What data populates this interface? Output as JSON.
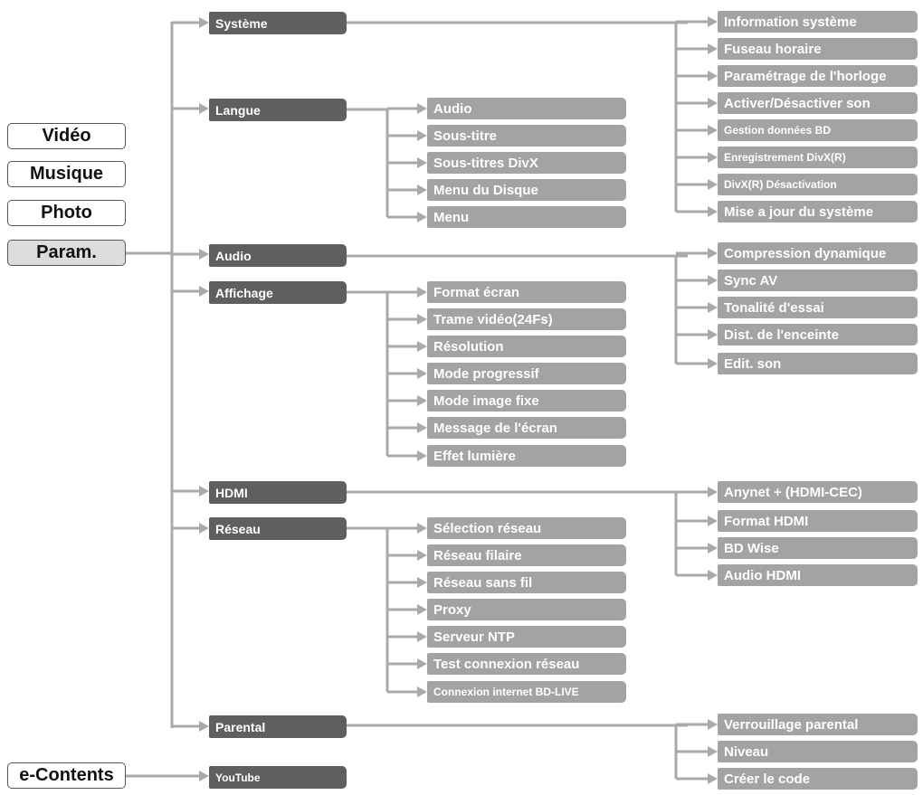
{
  "colors": {
    "level1": "#5f5f5f",
    "level2": "#a3a3a3",
    "lines": "#a9a9a9",
    "root_active": "#dcdcdc"
  },
  "root_menu": {
    "video": "Vidéo",
    "musique": "Musique",
    "photo": "Photo",
    "param": "Param.",
    "econtents": "e-Contents"
  },
  "systeme": {
    "label": "Système",
    "items": [
      "Information système",
      "Fuseau horaire",
      "Paramétrage de l'horloge",
      "Activer/Désactiver son",
      "Gestion données BD",
      "Enregistrement DivX(R)",
      "DivX(R) Désactivation",
      "Mise a jour du système"
    ]
  },
  "langue": {
    "label": "Langue",
    "items": [
      "Audio",
      "Sous-titre",
      "Sous-titres DivX",
      "Menu du Disque",
      "Menu"
    ]
  },
  "audio": {
    "label": "Audio",
    "items": [
      "Compression dynamique",
      "Sync AV",
      "Tonalité d'essai",
      "Dist. de l'enceinte",
      "Edit. son"
    ]
  },
  "affichage": {
    "label": "Affichage",
    "items": [
      "Format écran",
      "Trame vidéo(24Fs)",
      "Résolution",
      "Mode progressif",
      "Mode image fixe",
      "Message de l'écran",
      "Effet lumière"
    ]
  },
  "hdmi": {
    "label": "HDMI",
    "items": [
      "Anynet + (HDMI-CEC)",
      "Format HDMI",
      "BD Wise",
      "Audio HDMI"
    ]
  },
  "reseau": {
    "label": "Réseau",
    "items": [
      "Sélection réseau",
      "Réseau filaire",
      "Réseau sans fil",
      "Proxy",
      "Serveur NTP",
      "Test connexion réseau",
      "Connexion internet BD-LIVE"
    ]
  },
  "parental": {
    "label": "Parental",
    "items": [
      "Verrouillage parental",
      "Niveau",
      "Créer le code"
    ]
  },
  "youtube": {
    "label": "YouTube"
  }
}
